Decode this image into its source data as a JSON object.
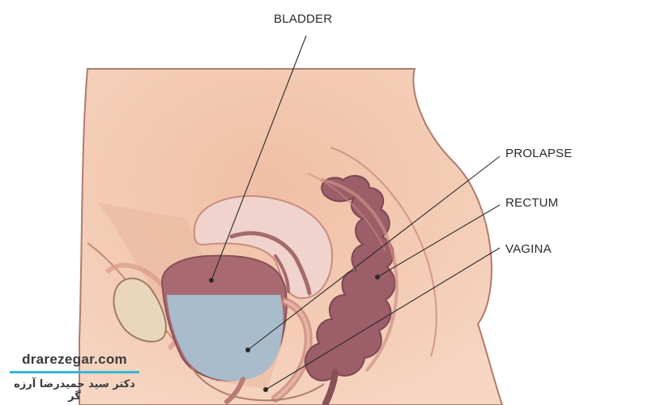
{
  "diagram": {
    "labels": {
      "bladder": "BLADDER",
      "prolapse": "PROLAPSE",
      "rectum": "RECTUM",
      "vagina": "VAGINA"
    }
  },
  "watermark": {
    "domain": "drarezegar.com",
    "name": "دکتر سید حمیدرضا آرزه گر"
  },
  "colors": {
    "skin": "#f3cdb8",
    "bladder_wall": "#a86a70",
    "urine": "#a8bccb",
    "rectum": "#9c5e68",
    "pubic_bone": "#ead6bd",
    "accent": "#33b8d8"
  }
}
